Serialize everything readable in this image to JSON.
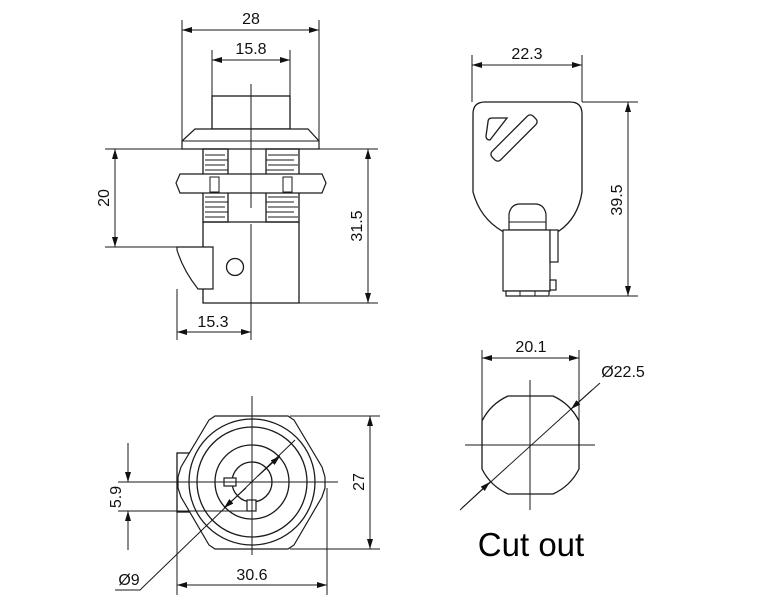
{
  "side_view": {
    "dim_overall_width": "28",
    "dim_knob_width": "15.8",
    "dim_panel_to_cam": "20",
    "dim_body_length": "31.5",
    "dim_cam_offset": "15.3"
  },
  "front_view": {
    "dim_key_offset": "5.9",
    "dim_height": "27",
    "dim_width": "30.6",
    "dim_keyway_diameter": "Ø9"
  },
  "key_view": {
    "dim_width": "22.3",
    "dim_length": "39.5"
  },
  "cutout_view": {
    "dim_flat_width": "20.1",
    "dim_diameter": "Ø22.5",
    "label": "Cut out"
  }
}
